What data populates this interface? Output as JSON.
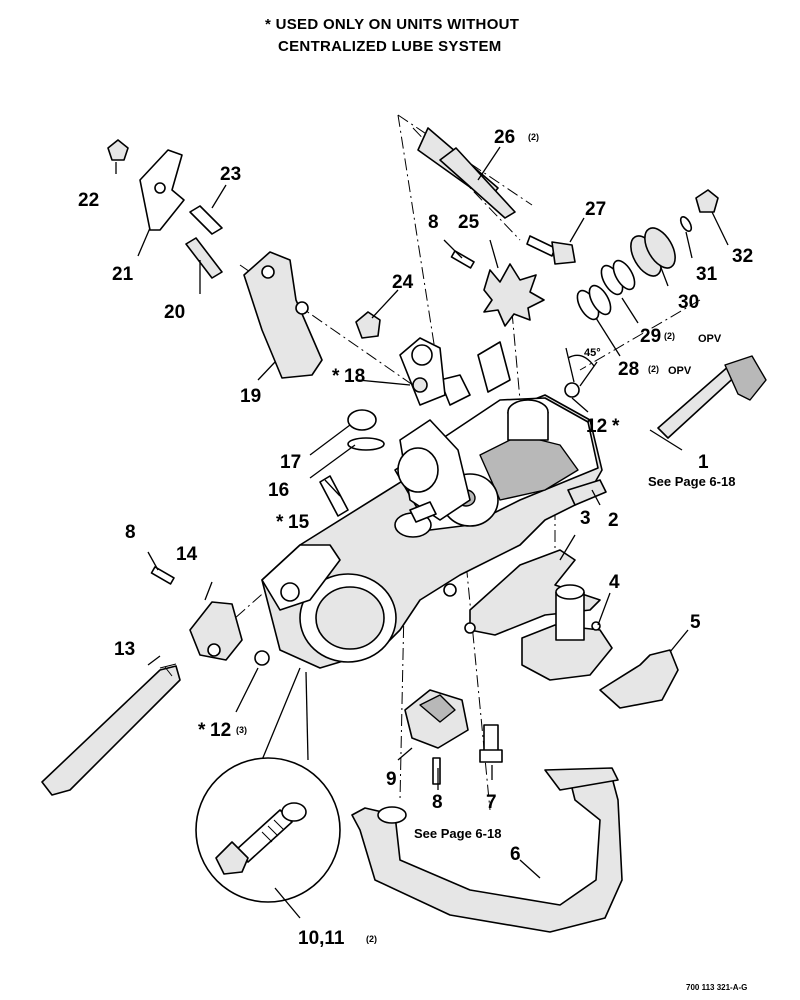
{
  "header": {
    "line1": "* USED ONLY ON UNITS WITHOUT",
    "line2": "CENTRALIZED LUBE SYSTEM"
  },
  "callouts": {
    "c1": "1",
    "c2": "2",
    "c3": "3",
    "c4": "4",
    "c5": "5",
    "c6": "6",
    "c7": "7",
    "c8a": "8",
    "c8b": "8",
    "c8c": "8",
    "c9": "9",
    "c1011": "10,11",
    "c1011q": "(2)",
    "c12a": "12",
    "c12b": "12",
    "c12bq": "(3)",
    "c13": "13",
    "c14": "14",
    "c15": "15",
    "c16": "16",
    "c17": "17",
    "c18": "18",
    "c19": "19",
    "c20": "20",
    "c21": "21",
    "c22": "22",
    "c23": "23",
    "c24": "24",
    "c25": "25",
    "c26": "26",
    "c26q": "(2)",
    "c27": "27",
    "c28": "28",
    "c28q": "(2)",
    "c29": "29",
    "c29q": "(2)",
    "c30": "30",
    "c31": "31",
    "c32": "32",
    "opv1": "OPV",
    "opv2": "OPV",
    "star15": "*",
    "star18": "*",
    "star12a": "*",
    "star12b": "*"
  },
  "notes": {
    "see1": "See Page 6-18",
    "see8": "See Page 6-18",
    "angle": "45°"
  },
  "figure_code": "700 113 321-A-G"
}
